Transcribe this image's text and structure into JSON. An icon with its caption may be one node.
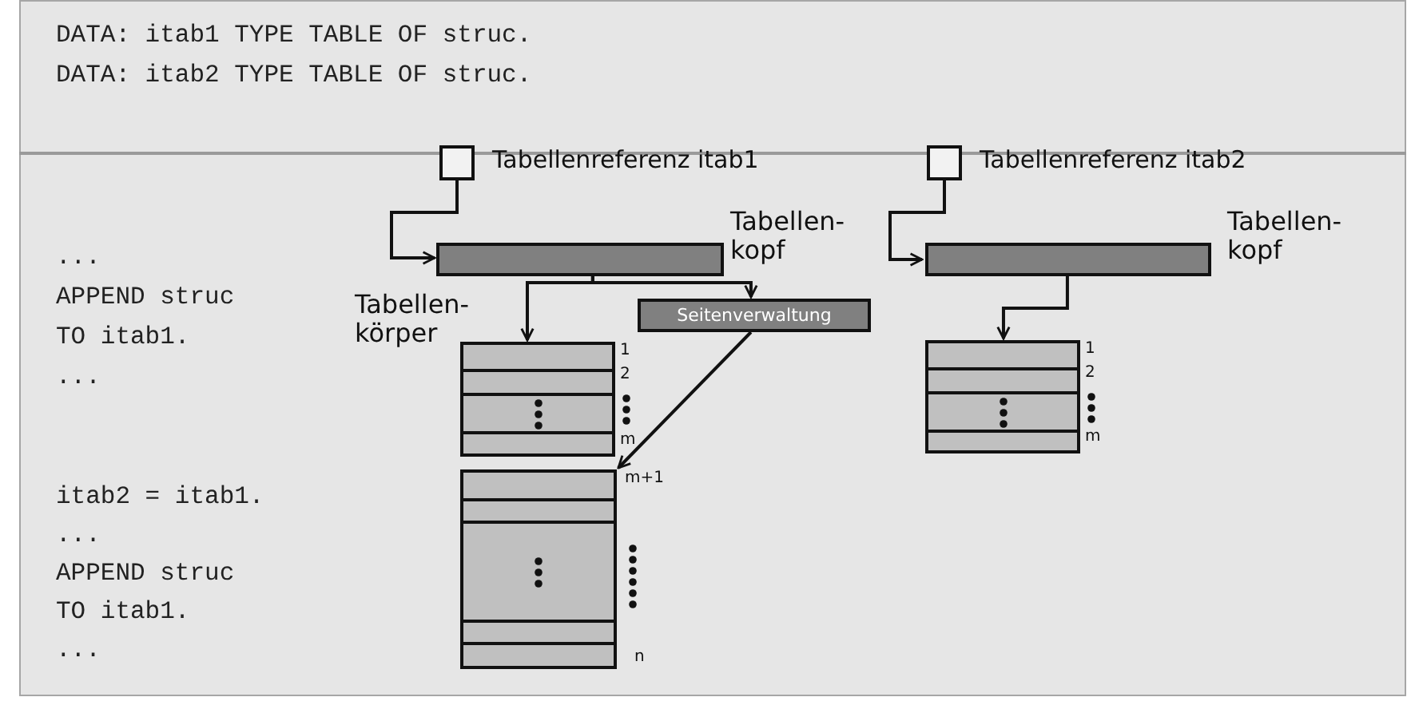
{
  "diagram": {
    "nodes": [
      {
        "text": [],
        "shape": "box",
        "beside": [
          "Tabellenreferenz itab1"
        ]
      },
      {
        "text": [],
        "shape": "bar",
        "beside": [
          "Tabellen-kopf"
        ]
      },
      {
        "text": [
          "Seitenverwaltung"
        ]
      },
      {
        "text": [],
        "shape": "box",
        "beside": [
          "Tabellen-körper",
          "1",
          "2",
          "m"
        ]
      },
      {
        "text": [],
        "shape": "box",
        "beside": [
          "m+1",
          "n"
        ]
      },
      {
        "text": [],
        "shape": "box",
        "beside": [
          "Tabellenreferenz itab2"
        ]
      },
      {
        "text": [],
        "shape": "bar",
        "beside": [
          "Tabellen-kopf"
        ]
      },
      {
        "text": [],
        "shape": "box",
        "beside": [
          "1",
          "2",
          "m"
        ]
      }
    ],
    "edges": [
      {
        "from": 0,
        "to": 1,
        "arrow": "to"
      },
      {
        "from": 1,
        "to": 3,
        "arrow": "to"
      },
      {
        "from": 1,
        "to": 2,
        "arrow": "to"
      },
      {
        "from": 2,
        "to": 4,
        "arrow": "to"
      },
      {
        "from": 5,
        "to": 6,
        "arrow": "to"
      },
      {
        "from": 6,
        "to": 7,
        "arrow": "to"
      }
    ],
    "labels": [
      "DATA: itab1 TYPE TABLE OF struc.",
      "DATA: itab2 TYPE TABLE OF struc.",
      "...",
      "APPEND struc",
      "TO itab1.",
      "...",
      "itab2 = itab1.",
      "...",
      "APPEND struc",
      "TO itab1.",
      "..."
    ]
  }
}
